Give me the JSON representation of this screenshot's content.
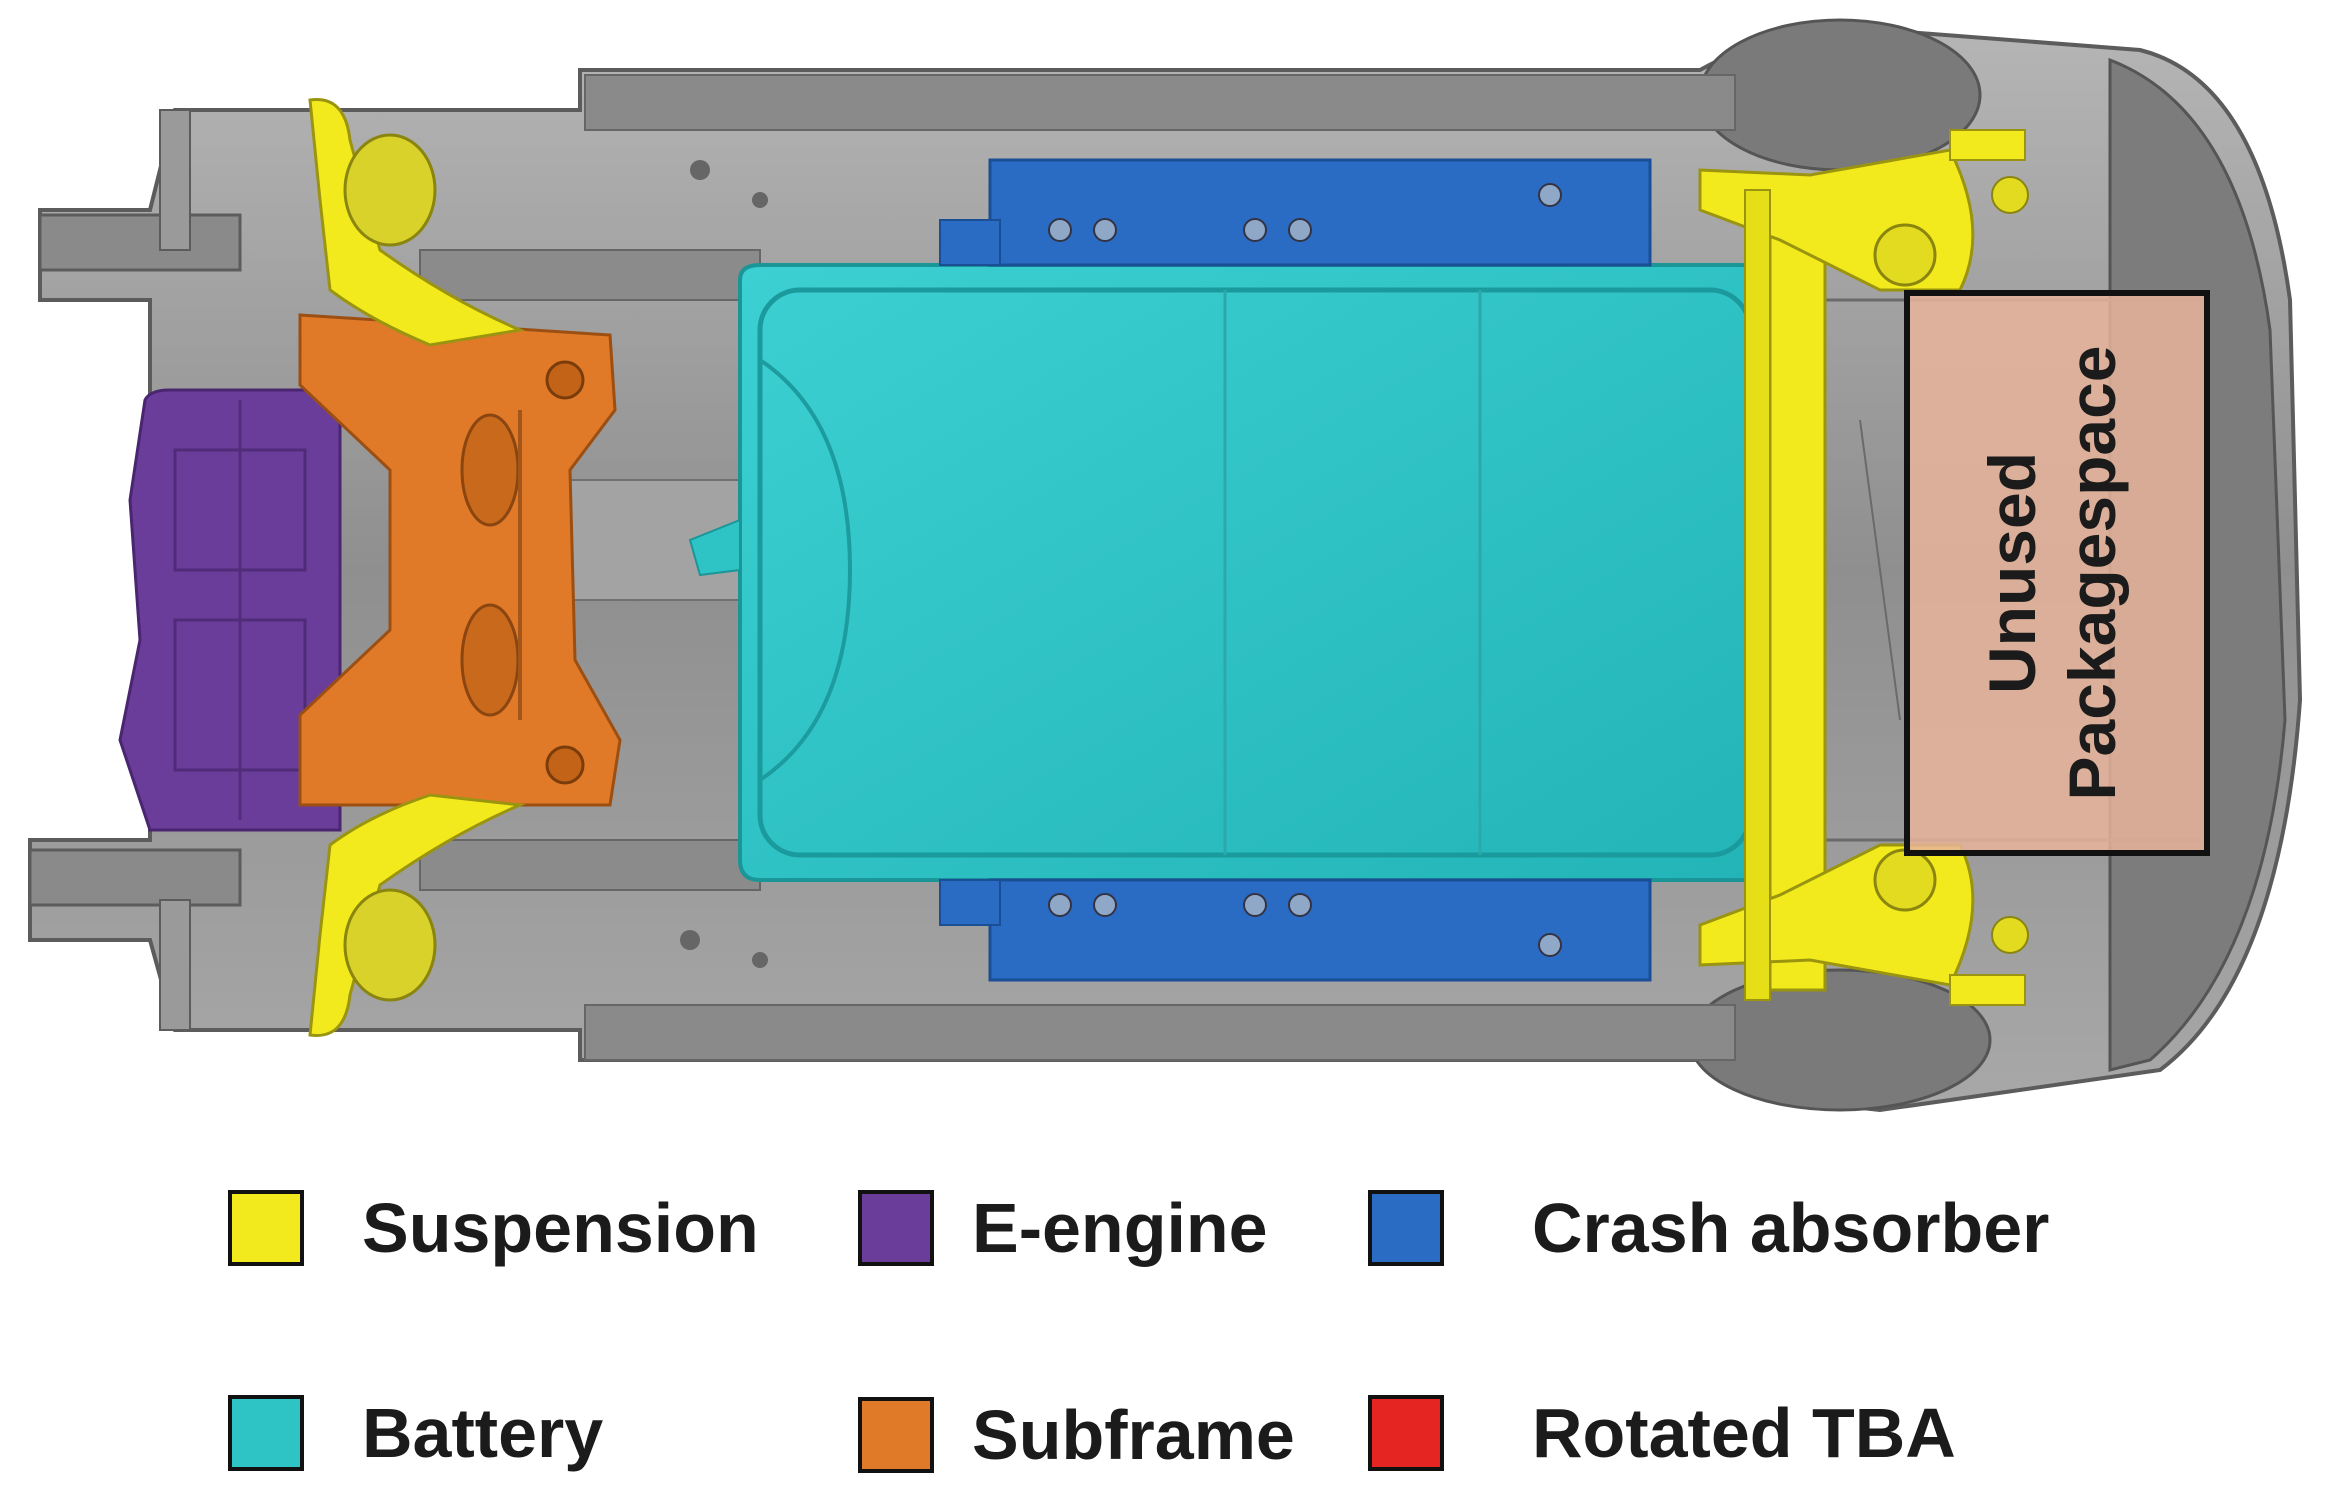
{
  "diagram": {
    "annotation": {
      "line1": "Unused",
      "line2": "Packagespace"
    }
  },
  "legend": {
    "items": [
      {
        "key": "suspension",
        "label": "Suspension",
        "color": "#f2ea1c"
      },
      {
        "key": "e-engine",
        "label": "E-engine",
        "color": "#6a3d9a"
      },
      {
        "key": "crash-absorber",
        "label": "Crash absorber",
        "color": "#2a6cc4"
      },
      {
        "key": "battery",
        "label": "Battery",
        "color": "#2ec4c6"
      },
      {
        "key": "subframe",
        "label": "Subframe",
        "color": "#e07a28"
      },
      {
        "key": "rotated-tba",
        "label": "Rotated TBA",
        "color": "#e52521"
      }
    ]
  },
  "colors": {
    "chassis": "#9a9a9a",
    "chassis_dark": "#6e6e6e",
    "packagespace_fill": "#e8b49a"
  }
}
